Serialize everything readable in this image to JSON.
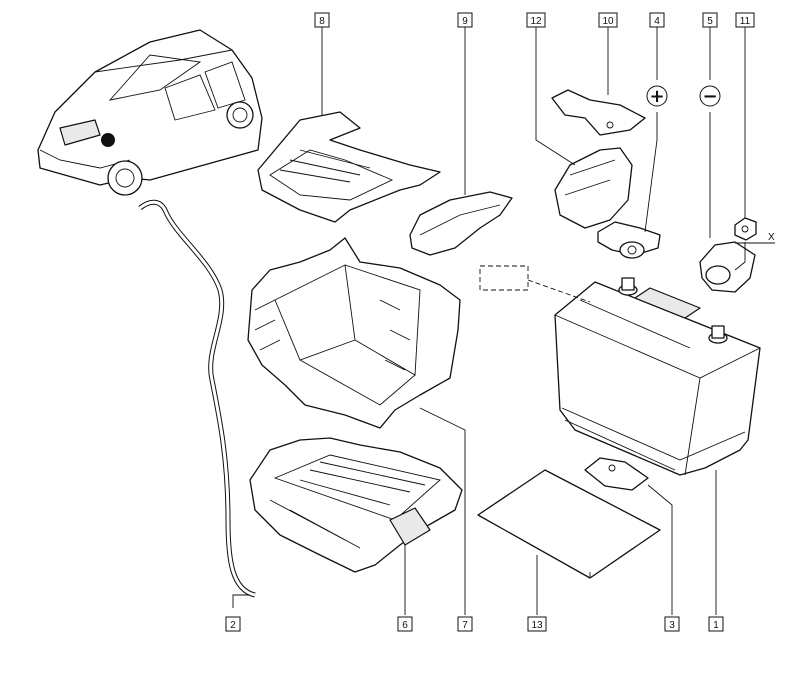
{
  "diagram": {
    "callouts": [
      "8",
      "9",
      "12",
      "10",
      "4",
      "5",
      "11",
      "2",
      "6",
      "7",
      "13",
      "3",
      "1"
    ],
    "symbols": {
      "positive": "+",
      "negative": "−"
    },
    "axis_label": "X"
  }
}
